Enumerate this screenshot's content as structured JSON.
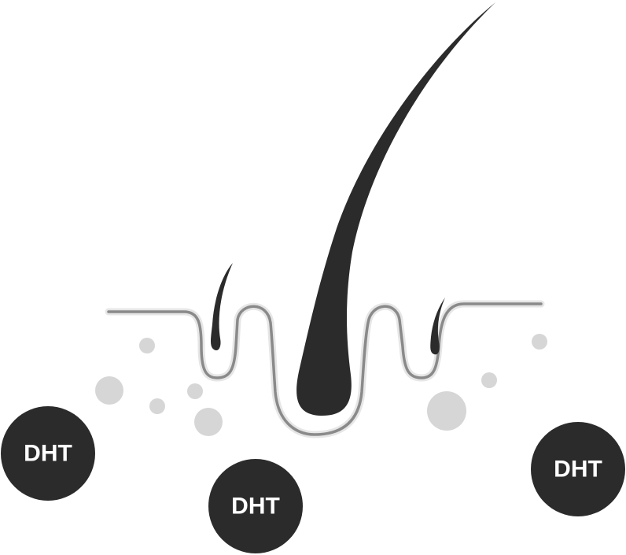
{
  "diagram": {
    "molecule_labels": [
      "DHT",
      "DHT",
      "DHT"
    ]
  },
  "colors": {
    "hair": "#2b2b2b",
    "skin_outline": "#8a8a8a",
    "particles": "#d6d6d6",
    "molecule_fill": "#2b2b2b",
    "molecule_text": "#ffffff"
  }
}
